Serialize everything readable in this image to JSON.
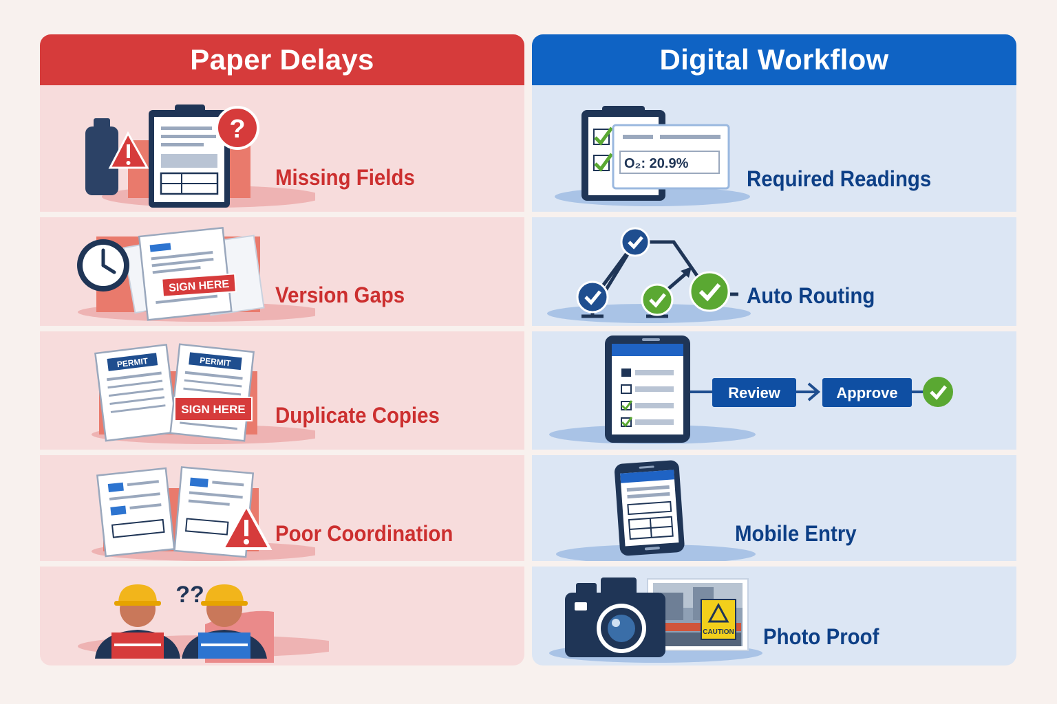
{
  "left": {
    "title": "Paper Delays",
    "items": [
      {
        "label": "Missing Fields"
      },
      {
        "label": "Version Gaps",
        "stamp": "SIGN HERE"
      },
      {
        "label": "Duplicate Copies",
        "doc_tag": "PERMIT",
        "stamp": "SIGN HERE"
      },
      {
        "label": "Poor Coordination"
      },
      {
        "label": "",
        "marks": "??"
      }
    ]
  },
  "right": {
    "title": "Digital Workflow",
    "items": [
      {
        "label": "Required Readings",
        "reading": "O₂: 20.9%"
      },
      {
        "label": "Auto Routing"
      },
      {
        "label": "",
        "steps": [
          "Review",
          "Approve"
        ]
      },
      {
        "label": "Mobile Entry"
      },
      {
        "label": "Photo Proof",
        "sign": "CAUTION"
      }
    ]
  },
  "colors": {
    "paper_red": "#d63b3b",
    "digital_blue": "#0f63c4",
    "check_green": "#5aa832",
    "navy": "#1f3556"
  }
}
